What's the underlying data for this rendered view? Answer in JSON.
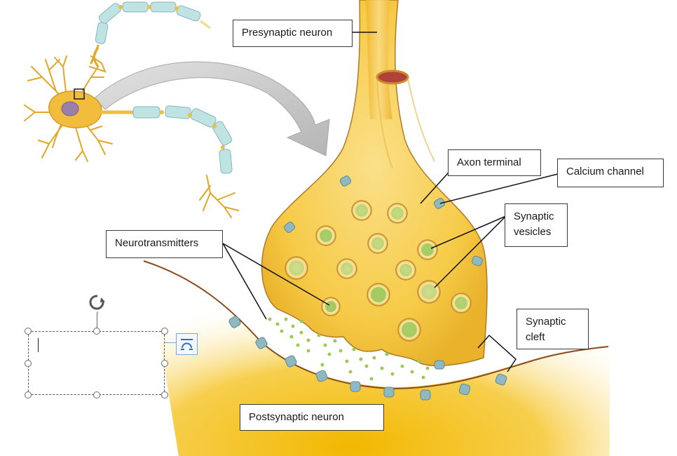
{
  "labels": {
    "presynaptic": "Presynaptic neuron",
    "axon_terminal": "Axon terminal",
    "calcium_channel": "Calcium channel",
    "synaptic_vesicles": "Synaptic\nvesicles",
    "neurotransmitters": "Neurotransmitters",
    "synaptic_cleft": "Synaptic\ncleft",
    "postsynaptic": "Postsynaptic neuron"
  },
  "colors": {
    "neuron_light": "#fbe7a0",
    "neuron_mid": "#f6c83c",
    "neuron_dark": "#e8a818",
    "membrane": "#8a4b1c",
    "myelin": "#bfe3e3",
    "channel": "#8fb8c0",
    "vesicle_dot": "#8cbf3c",
    "arrow": "#c9c9c9"
  },
  "editor": {
    "selected_textbox_text": "",
    "rotate_icon": "rotate-icon",
    "layout_options_icon": "layout-options-icon"
  }
}
